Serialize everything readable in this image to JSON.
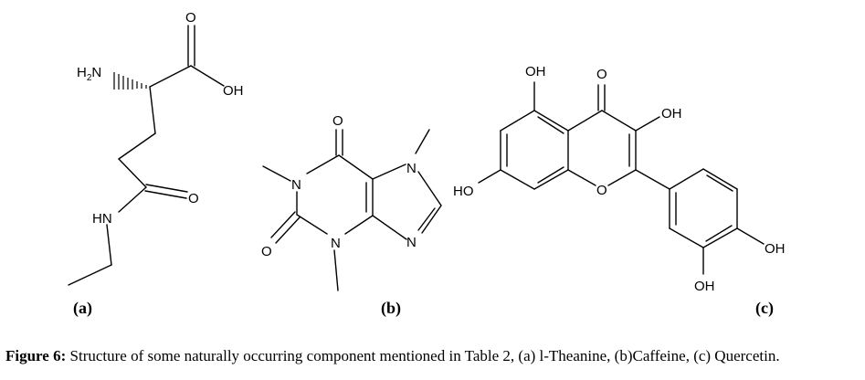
{
  "figure": {
    "panels": [
      {
        "id": "a",
        "label": "(a)",
        "atom_labels": {
          "amine": "H2N",
          "amine_h": "H",
          "amine_sub": "2",
          "amine_n": "N",
          "carbonyl_o": "O",
          "hydroxyl": "OH",
          "amide_o": "O",
          "amide_nh": "HN"
        }
      },
      {
        "id": "b",
        "label": "(b)",
        "atom_labels": {
          "carbonyl_o_top": "O",
          "carbonyl_o_bottom": "O",
          "n1": "N",
          "n3": "N",
          "n7": "N",
          "n9": "N"
        }
      },
      {
        "id": "c",
        "label": "(c)",
        "atom_labels": {
          "oh5": "OH",
          "o4": "O",
          "oh3": "OH",
          "oh7": "HO",
          "ring_o": "O",
          "oh4p": "OH",
          "oh3p": "OH"
        }
      }
    ]
  },
  "caption": {
    "bold": "Figure 6:",
    "text": " Structure of some naturally occurring component mentioned in Table 2, (a) l-Theanine, (b)Caffeine, (c) Quercetin."
  }
}
